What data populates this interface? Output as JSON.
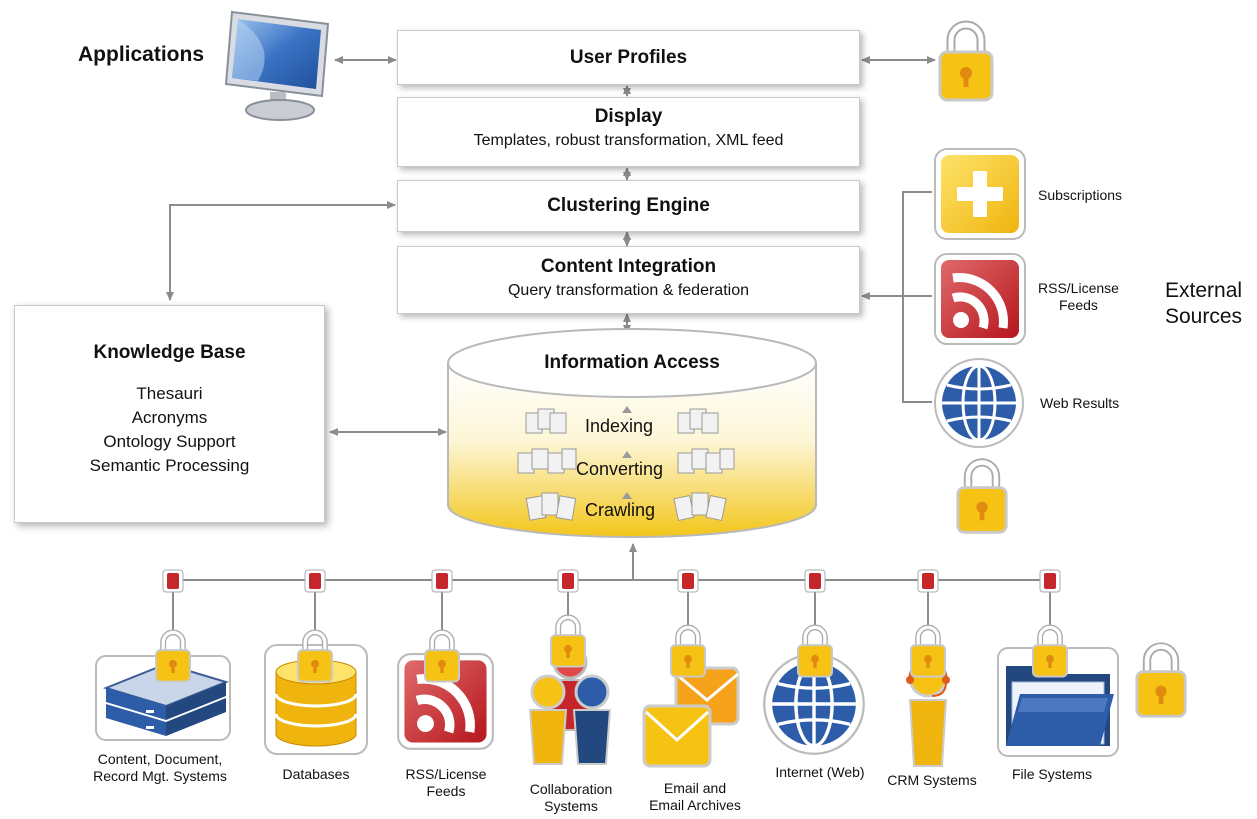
{
  "diagram": {
    "applications_label": "Applications",
    "user_profiles": "User Profiles",
    "display": {
      "title": "Display",
      "subtitle": "Templates, robust transformation, XML feed"
    },
    "clustering_engine": "Clustering Engine",
    "content_integration": {
      "title": "Content Integration",
      "subtitle": "Query transformation & federation"
    },
    "knowledge_base": {
      "title": "Knowledge Base",
      "items": [
        "Thesauri",
        "Acronyms",
        "Ontology Support",
        "Semantic Processing"
      ]
    },
    "information_access": {
      "title": "Information Access",
      "layers": [
        "Indexing",
        "Converting",
        "Crawling"
      ]
    },
    "external": {
      "title_lines": [
        "External",
        "Sources"
      ],
      "subscriptions": "Subscriptions",
      "rss_lines": [
        "RSS/License",
        "Feeds"
      ],
      "web_results": "Web Results"
    },
    "sources": [
      {
        "lines": [
          "Content, Document,",
          "Record Mgt. Systems"
        ],
        "icon": "server-icon"
      },
      {
        "lines": [
          "Databases"
        ],
        "icon": "database-icon"
      },
      {
        "lines": [
          "RSS/License",
          "Feeds"
        ],
        "icon": "rss-icon"
      },
      {
        "lines": [
          "Collaboration",
          "Systems"
        ],
        "icon": "people-icon"
      },
      {
        "lines": [
          "Email and",
          "Email Archives"
        ],
        "icon": "envelope-icon"
      },
      {
        "lines": [
          "Internet (Web)"
        ],
        "icon": "globe-icon"
      },
      {
        "lines": [
          "CRM Systems"
        ],
        "icon": "headset-person-icon"
      },
      {
        "lines": [
          "File Systems"
        ],
        "icon": "folder-icon"
      }
    ],
    "colors": {
      "lock": "#f6c315",
      "rss_red": "#c5262c",
      "globe_blue": "#2d5da8",
      "arrow_gray": "#8c8c8c"
    }
  }
}
